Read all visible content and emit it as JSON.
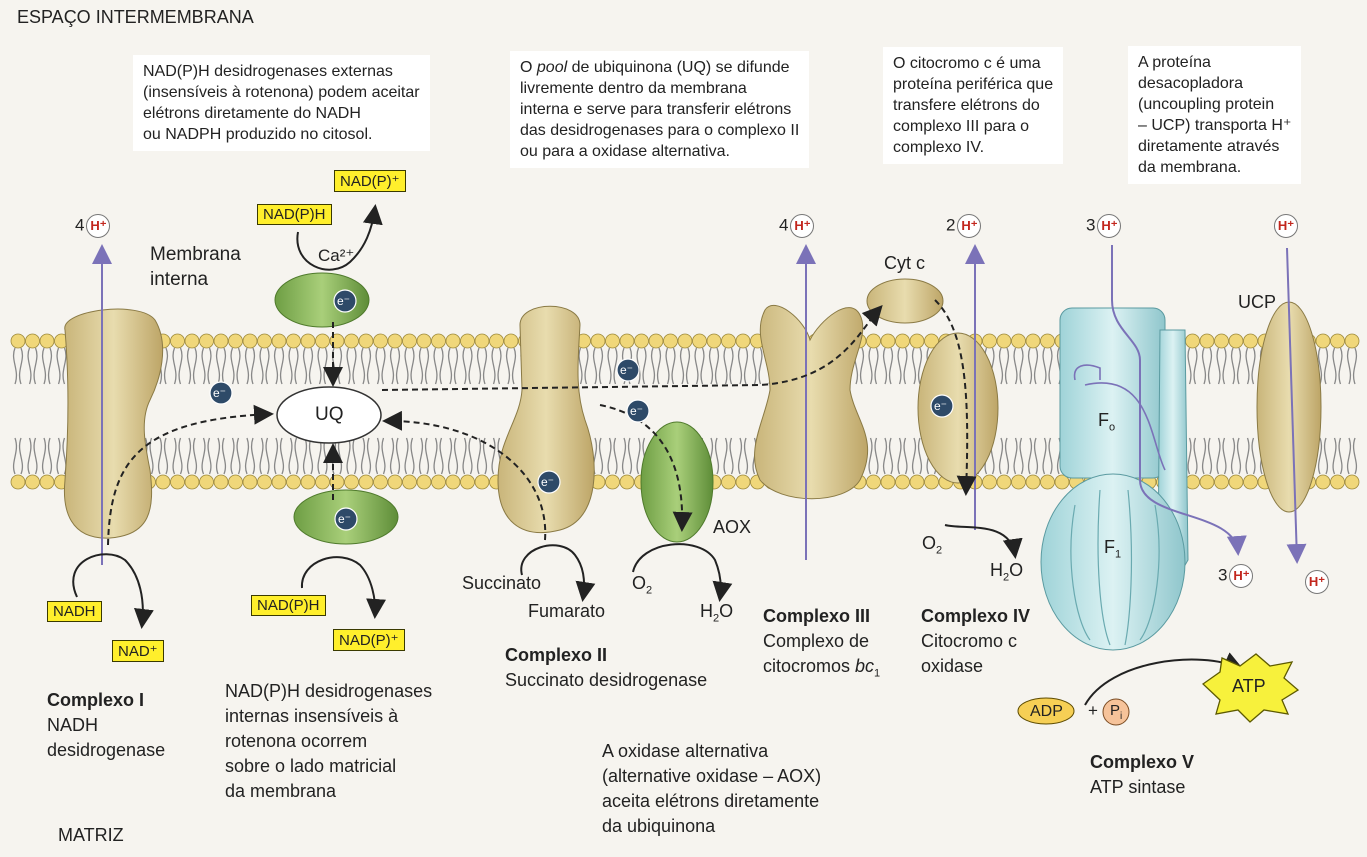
{
  "labels": {
    "intermembrane_space": "ESPAÇO INTERMEMBRANA",
    "matrix": "MATRIZ",
    "membrana_interna": "Membrana\ninterna",
    "uq": "UQ",
    "electron": "e⁻",
    "ca": "Ca²⁺",
    "cyt_c": "Cyt c",
    "aox": "AOX",
    "ucp": "UCP",
    "fo": "F",
    "fo_sub": "o",
    "f1": "F",
    "f1_sub": "1",
    "succinato": "Succinato",
    "fumarato": "Fumarato",
    "o2_aox": "O",
    "o2_aox_sub": "2",
    "h2o_aox": "H",
    "h2o_aox_sub": "2",
    "h2o_aox_tail": "O",
    "o2_civ": "O",
    "o2_civ_sub": "2",
    "h2o_civ": "H",
    "h2o_civ_sub": "2",
    "h2o_civ_tail": "O"
  },
  "chips": {
    "nadh": "NADH",
    "nad": "NAD⁺",
    "nadph_ext": "NAD(P)H",
    "nadp_ext": "NAD(P)⁺",
    "nadph_int": "NAD(P)H",
    "nadp_int": "NAD(P)⁺",
    "adp": "ADP",
    "plus": "+",
    "pi": "P",
    "pi_sub": "i",
    "atp": "ATP"
  },
  "protons": {
    "h": "H⁺",
    "ci": "4",
    "ciii": "4",
    "civ": "2",
    "cv_top": "3",
    "cv_bottom": "3"
  },
  "notes": {
    "external_dh": "NAD(P)H desidrogenases externas\n(insensíveis à rotenona) podem aceitar\nelétrons diretamente do NADH\nou NADPH produzido no citosol.",
    "uq_pool_1": "O ",
    "uq_pool_2": "pool",
    "uq_pool_3": " de ubiquinona (UQ) se difunde\nlivremente dentro da membrana\ninterna e serve para transferir elétrons\ndas desidrogenases para o complexo II\nou para a oxidase alternativa.",
    "cyt_c": "O citocromo c é uma\nproteína periférica que\ntransfere elétrons do\ncomplexo III para o\ncomplexo IV.",
    "ucp": "A proteína\ndesacopladora\n(uncoupling protein\n– UCP) transporta H⁺\ndiretamente através\nda membrana.",
    "internal_dh": "NAD(P)H desidrogenases\ninternas insensíveis à\nrotenona ocorrem\nsobre o lado matricial\nda membrana",
    "aox": "A oxidase alternativa\n(alternative oxidase – AOX)\naceita elétrons diretamente\nda ubiquinona"
  },
  "complexes": {
    "c1_title": "Complexo I",
    "c1_sub": "NADH\ndesidrogenase",
    "c2_title": "Complexo II",
    "c2_sub": "Succinato desidrogenase",
    "c3_title": "Complexo III",
    "c3_sub1": "Complexo de\ncitocromos ",
    "c3_sub2": "bc",
    "c3_sub3": "1",
    "c4_title": "Complexo IV",
    "c4_sub": "Citocromo c\noxidase",
    "c5_title": "Complexo V",
    "c5_sub": "ATP sintase"
  },
  "colors": {
    "protein_tan": "#d9c98f",
    "protein_green": "#8db85e",
    "atp_synthase": "#bfe3e6",
    "lipid_head": "#f0d77a",
    "proton_arrow": "#7b72b8",
    "proton_text": "#c2261d",
    "chip_yellow": "#ffef2c"
  }
}
